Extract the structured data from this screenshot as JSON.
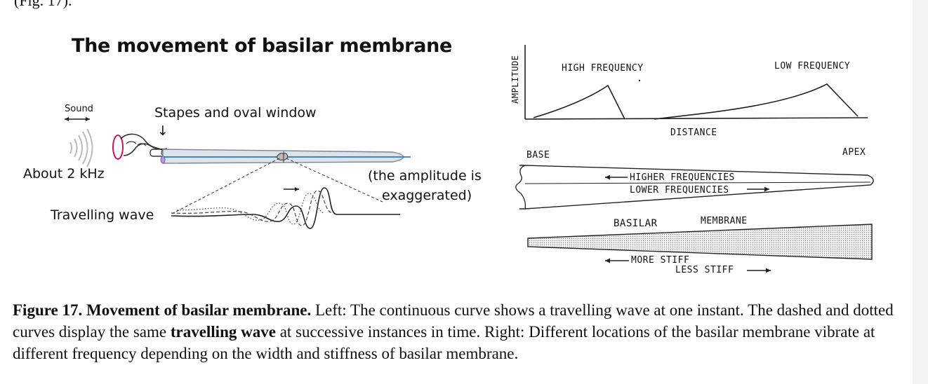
{
  "top_cut_text": "(Fig. 17).",
  "left_panel": {
    "title": "The movement of basilar membrane",
    "sound_label": "Sound",
    "stapes_label": "Stapes and oval window",
    "stapes_arrow": "↓",
    "freq_label": "About 2 kHz",
    "wave_label": "Travelling wave",
    "amplitude_note_line1": "(the amplitude is",
    "amplitude_note_line2": "exaggerated)"
  },
  "right_panel": {
    "y_axis_label": "AMPLITUDE",
    "high_freq_label": "HIGH FREQUENCY",
    "low_freq_label": "LOW FREQUENCY",
    "distance_label": "DISTANCE",
    "base_label": "BASE",
    "apex_label": "APEX",
    "higher_freq_label": "HIGHER  FREQUENCIES",
    "lower_freq_label": "LOWER  FREQUENCIES",
    "basilar_label": "BASILAR",
    "membrane_label": "MEMBRANE",
    "more_stiff_label": "MORE STIFF",
    "less_stiff_label": "LESS STIFF"
  },
  "caption": {
    "bold_lead": "Figure 17. Movement of basilar membrane.",
    "text_1": " Left: The continuous curve shows a travelling wave at one instant. The dashed and dotted curves display the same ",
    "bold_mid": "travelling wave",
    "text_2": " at successive instances in time. Right: Different locations of the basilar membrane vibrate at different frequency depending on the width and stiffness of basilar membrane."
  }
}
